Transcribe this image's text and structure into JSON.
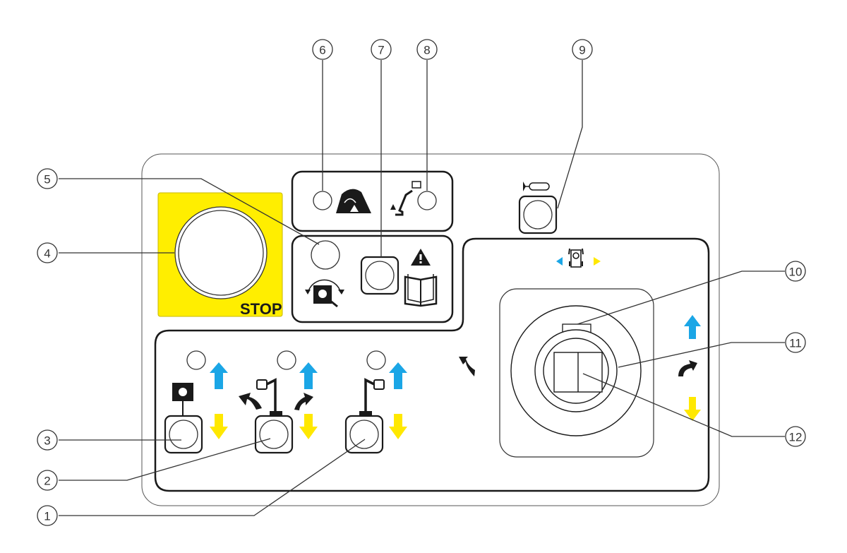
{
  "title": "Control panel diagram",
  "colors": {
    "stop_panel": "#ffee00",
    "arrow_up": "#1ba6e6",
    "arrow_down": "#ffe800",
    "ink": "#1a1a1a"
  },
  "stop_label": "STOP",
  "callouts": [
    {
      "num": "1",
      "target": "control-button-boom-right"
    },
    {
      "num": "2",
      "target": "control-button-boom-rotate"
    },
    {
      "num": "3",
      "target": "control-button-steer"
    },
    {
      "num": "4",
      "target": "emergency-stop-button"
    },
    {
      "num": "5",
      "target": "indicator-drive-enable"
    },
    {
      "num": "6",
      "target": "indicator-tilt-alarm"
    },
    {
      "num": "7",
      "target": "manual-warning-button"
    },
    {
      "num": "8",
      "target": "indicator-overload"
    },
    {
      "num": "9",
      "target": "horn-button"
    },
    {
      "num": "10",
      "target": "joystick-tab"
    },
    {
      "num": "11",
      "target": "joystick-ring"
    },
    {
      "num": "12",
      "target": "joystick-rocker-switch"
    }
  ],
  "icons": {
    "tilt": "tilt-alarm-icon",
    "overload": "platform-overload-icon",
    "drive_rotate": "drive-rotate-icon",
    "manual": "read-manual-warning-icon",
    "horn": "horn-icon",
    "steer": "steer-icon"
  }
}
